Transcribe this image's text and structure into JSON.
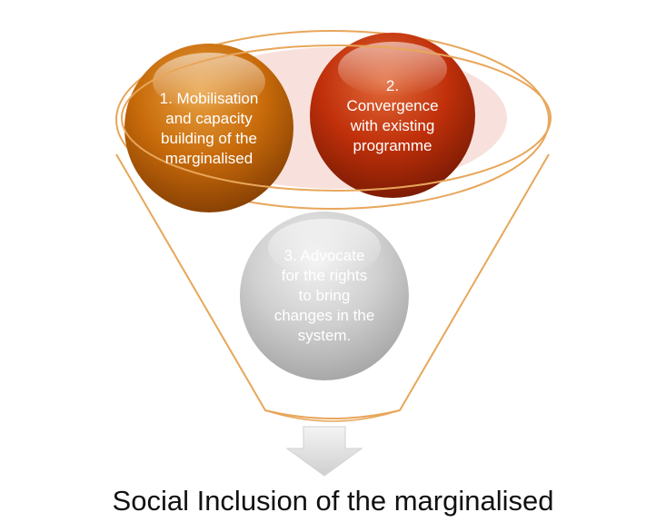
{
  "diagram": {
    "steps": [
      {
        "label": "1. Mobilisation\nand capacity\nbuilding of the\nmarginalised",
        "color": "#c76a0a"
      },
      {
        "label": "2.\nConvergence\nwith existing\nprogramme",
        "color": "#c0300a"
      },
      {
        "label": "3. Advocate\nfor the rights\nto bring\nchanges in the\nsystem.",
        "color": "#c8c8c8"
      }
    ],
    "outcome": "Social Inclusion of the marginalised",
    "colors": {
      "funnel_outline": "#e8a65a",
      "funnel_fill": "#f7dcd6",
      "arrow": "#e0e0e0"
    },
    "icons": {
      "arrow": "down-arrow-icon"
    }
  }
}
